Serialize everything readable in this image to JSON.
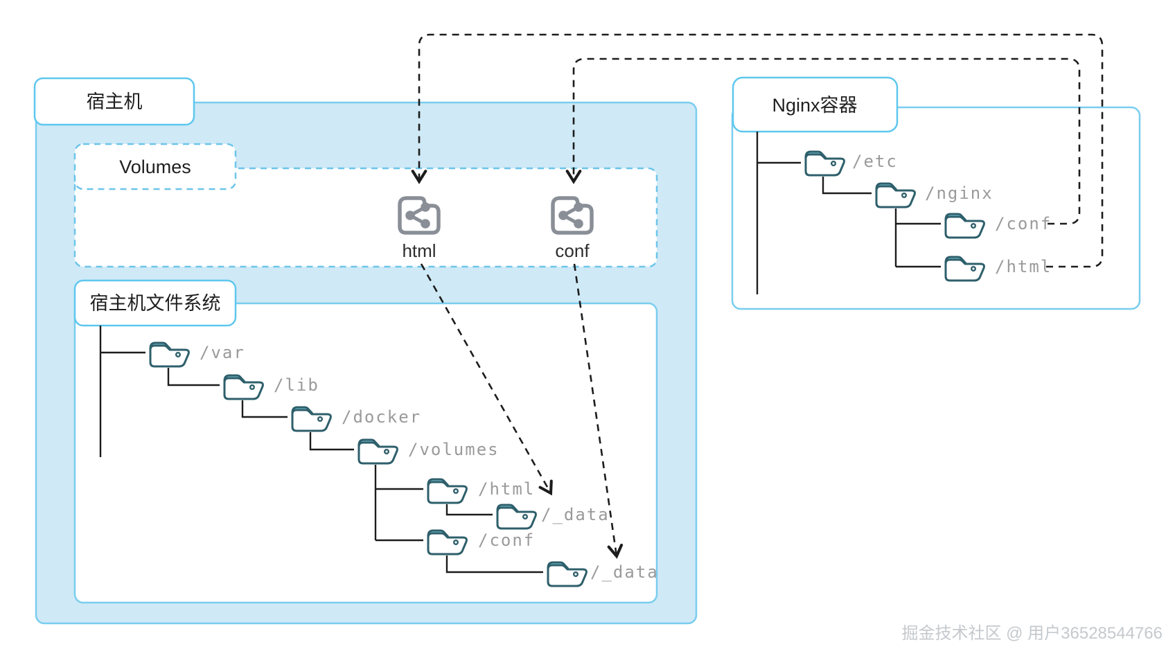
{
  "host": {
    "title": "宿主机",
    "volumes": {
      "title": "Volumes",
      "items": [
        {
          "icon": "shared-folder-icon",
          "label": "html"
        },
        {
          "icon": "shared-folder-icon",
          "label": "conf"
        }
      ]
    },
    "filesystem": {
      "title": "宿主机文件系统",
      "nodes": [
        {
          "label": "/var"
        },
        {
          "label": "/lib"
        },
        {
          "label": "/docker"
        },
        {
          "label": "/volumes"
        },
        {
          "label": "/html"
        },
        {
          "label": "/_data"
        },
        {
          "label": "/conf"
        },
        {
          "label": "/_data"
        }
      ]
    }
  },
  "container": {
    "title": "Nginx容器",
    "nodes": [
      {
        "label": "/etc"
      },
      {
        "label": "/nginx"
      },
      {
        "label": "/conf"
      },
      {
        "label": "/html"
      }
    ]
  },
  "watermark": "掘金技术社区 @ 用户36528544766",
  "colors": {
    "host_fill": "#cfe9f6",
    "box_border": "#79cdef",
    "folder_outline": "#2e5f6b",
    "folder_tab": "#7cc0d2",
    "share_icon": "#8a8f97",
    "tree_label": "#9a9a9a",
    "dashed_line": "#1c1c1c"
  }
}
